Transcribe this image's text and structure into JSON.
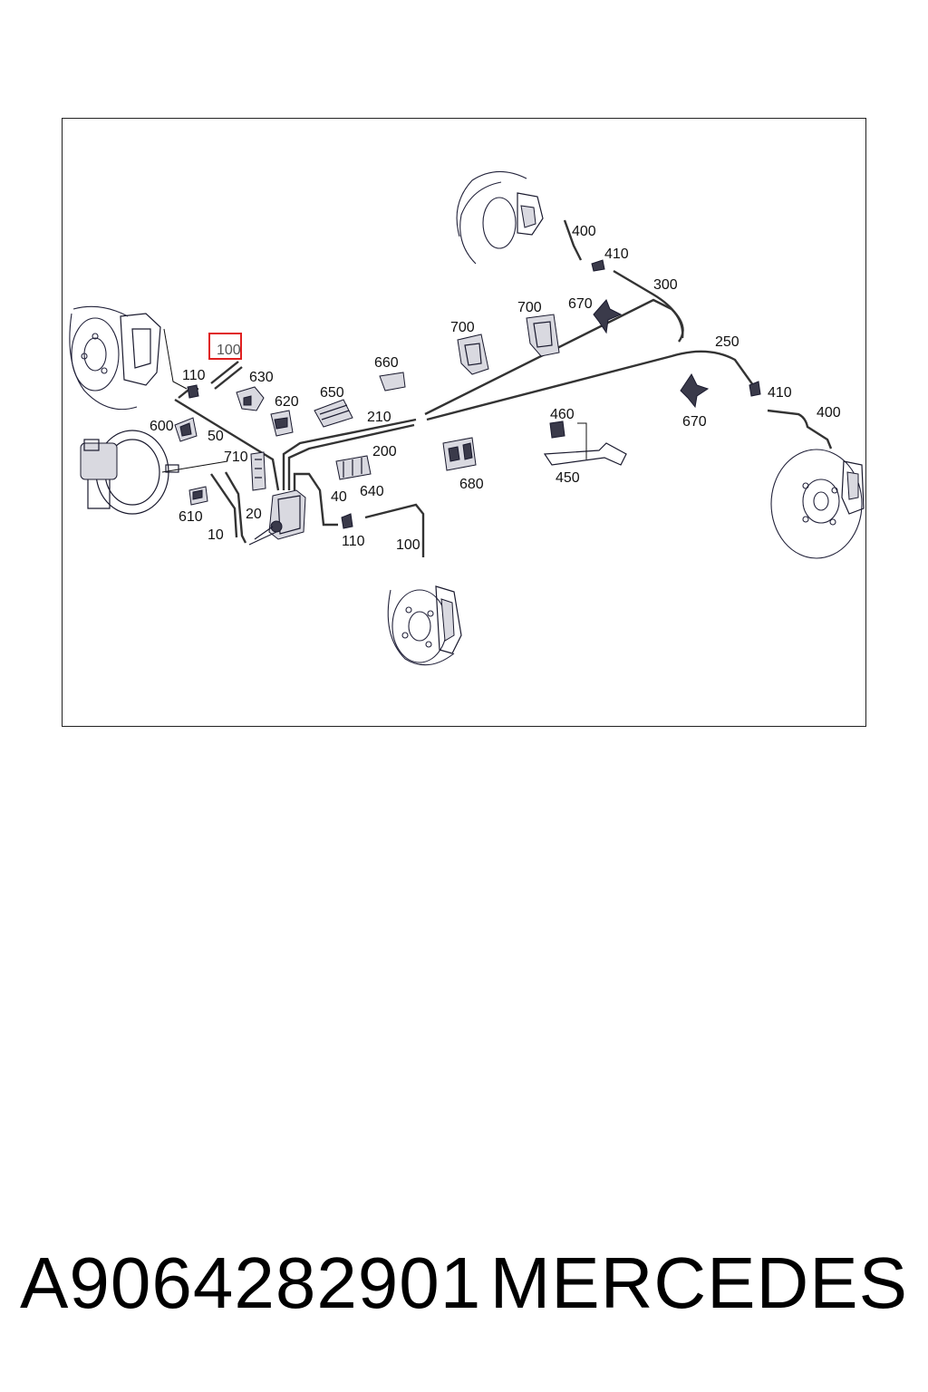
{
  "diagram": {
    "callouts": {
      "c100_highlight": "100",
      "c110_left": "110",
      "c630": "630",
      "c620": "620",
      "c650": "650",
      "c660": "660",
      "c600": "600",
      "c50": "50",
      "c710": "710",
      "c610": "610",
      "c20": "20",
      "c10": "10",
      "c40": "40",
      "c640": "640",
      "c110_bottom": "110",
      "c100_bottom": "100",
      "c210": "210",
      "c200": "200",
      "c700_a": "700",
      "c700_b": "700",
      "c670_top": "670",
      "c400_top": "400",
      "c410_top": "410",
      "c300": "300",
      "c250": "250",
      "c680": "680",
      "c460": "460",
      "c450": "450",
      "c670_right": "670",
      "c410_right": "410",
      "c400_right": "400"
    },
    "highlight_color": "#e02020"
  },
  "footer": {
    "part_number": "A9064282901",
    "brand": "MERCEDES"
  }
}
